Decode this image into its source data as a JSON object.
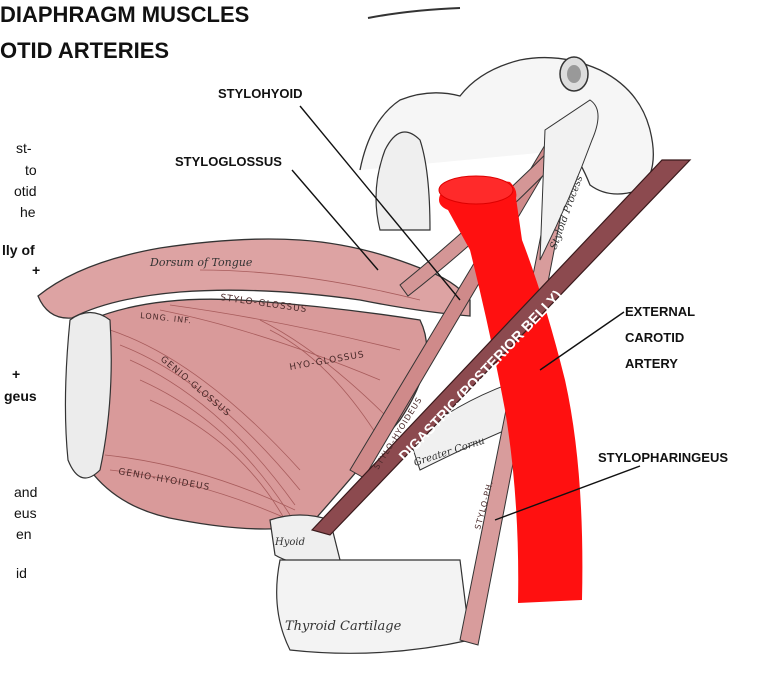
{
  "title": {
    "line1": "DIAPHRAGM MUSCLES",
    "line2": "OTID ARTERIES"
  },
  "side_text": [
    "st-",
    "to",
    "otid",
    "he",
    "lly of",
    "+",
    "+",
    "geus",
    "and",
    "eus",
    "en",
    "id"
  ],
  "labels": {
    "stylohyoid": "STYLOHYOID",
    "styloglossus": "STYLOGLOSSUS",
    "external_carotid_1": "EXTERNAL",
    "external_carotid_2": "CAROTID",
    "external_carotid_3": "ARTERY",
    "stylopharingeus": "STYLOPHARINGEUS",
    "digastric": "DIGASTRIC (POSTERIOR BELLY)"
  },
  "engraving_text": {
    "dorsum": "Dorsum of Tongue",
    "stylo_glossus": "STYLO-GLOSSUS",
    "long_inf": "LONG. INF.",
    "genio_glossus": "GENIO-GLOSSUS",
    "hyo_glossus": "HYO-GLOSSUS",
    "genio_hyoideus": "GENIO-HYOIDEUS",
    "stylo_hyoideus": "STYLO-HYOIDEUS",
    "greater_cornu": "Greater Cornu",
    "hyoid": "Hyoid",
    "thyroid": "Thyroid Cartilage",
    "styloid": "Styloid Process",
    "stylo_ph": "STYLO-PH."
  },
  "colors": {
    "artery": "#ff1010",
    "digastric": "#8c4a4f",
    "muscle": "#d99a9a",
    "line": "#222222"
  }
}
